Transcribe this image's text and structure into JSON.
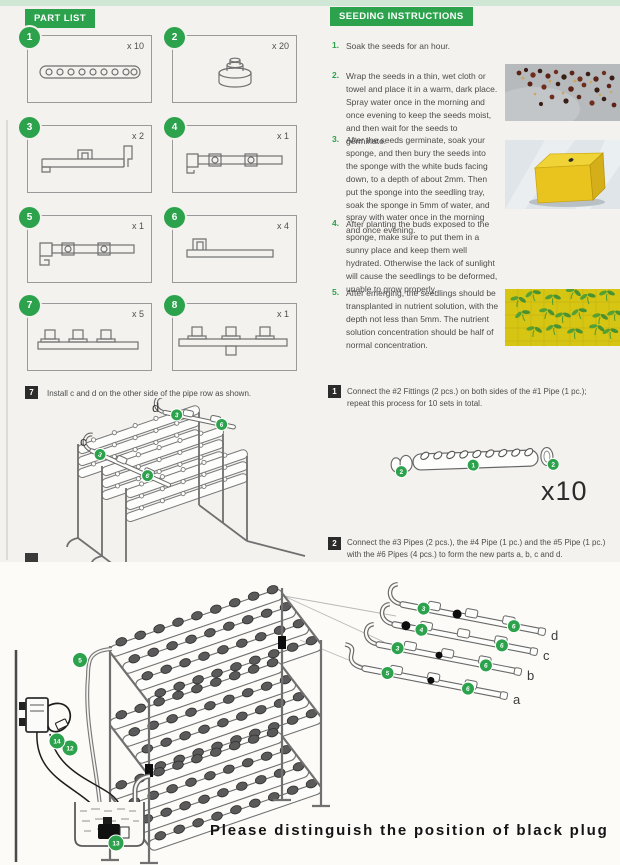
{
  "part_list": {
    "title": "PART LIST",
    "parts": [
      {
        "num": "1",
        "qty": "x 10"
      },
      {
        "num": "2",
        "qty": "x 20"
      },
      {
        "num": "3",
        "qty": "x 2"
      },
      {
        "num": "4",
        "qty": "x 1"
      },
      {
        "num": "5",
        "qty": "x 1"
      },
      {
        "num": "6",
        "qty": "x 4"
      },
      {
        "num": "7",
        "qty": "x 5"
      },
      {
        "num": "8",
        "qty": "x 1"
      }
    ]
  },
  "seeding": {
    "title": "SEEDING INSTRUCTIONS",
    "steps": [
      {
        "num": "1.",
        "text": "Soak the seeds for an hour."
      },
      {
        "num": "2.",
        "text": "Wrap the seeds in a thin, wet cloth or towel and place it in a warm, dark place. Spray water once in the morning and once evening to keep the seeds moist, and then wait for the seeds to germinate."
      },
      {
        "num": "3.",
        "text": "After the seeds germinate, soak your sponge, and then bury the seeds into the sponge with the white buds facing down, to a depth of about 2mm. Then put the sponge into the seedling tray, soak the sponge in 5mm of water, and spray with water once in the morning and once evening."
      },
      {
        "num": "4.",
        "text": "After planting the buds exposed to the sponge, make sure to put them in a sunny place and keep them well hydrated. Otherwise the lack of sunlight will cause the seedlings to be deformed, unable to grow properly."
      },
      {
        "num": "5.",
        "text": "After emerging, the seedlings should be transplanted in nutrient solution, with the depth not less than 5mm. The nutrient solution concentration should be half of normal concentration."
      }
    ]
  },
  "assembly": {
    "step7": {
      "num": "7",
      "text": "Install c and d on the other side of the pipe row as shown."
    },
    "step1": {
      "num": "1",
      "text": "Connect the #2 Fittings (2 pcs.) on both sides of the #1 Pipe (1 pc.); repeat this process for 10 sets in total.",
      "multiplier": "x10"
    },
    "step2": {
      "num": "2",
      "text": "Connect the #3 Pipes (2 pcs.), the #4 Pipe (1 pc.) and the #5 Pipe (1 pc.) with the #6 Pipes (4 pcs.) to form the new parts a, b, c and d."
    },
    "diagram7": {
      "label_c": "c",
      "label_d": "d",
      "marker_d1": "3",
      "marker_d2": "6",
      "marker_c1": "3",
      "marker_c2": "6"
    },
    "diagram1": {
      "marker_left": "2",
      "marker_mid": "1",
      "marker_right": "2"
    }
  },
  "main_diagram": {
    "marker_5": "5",
    "marker_12": "12",
    "marker_13": "13",
    "marker_14": "14",
    "label_a": "a",
    "label_b": "b",
    "label_c": "c",
    "label_d": "d",
    "marker_d1": "3",
    "marker_d2": "6",
    "marker_c1": "4",
    "marker_c2": "6",
    "marker_b1": "3",
    "marker_b2": "6",
    "marker_a1": "5",
    "marker_a2": "6",
    "note": "Please distinguish the position of black plug"
  },
  "colors": {
    "green": "#2ca24c",
    "step_square": "#2b2b2b",
    "note_text": "#141414",
    "sponge_yellow": "#e9c41f",
    "tray_yellow": "#d6c513"
  }
}
